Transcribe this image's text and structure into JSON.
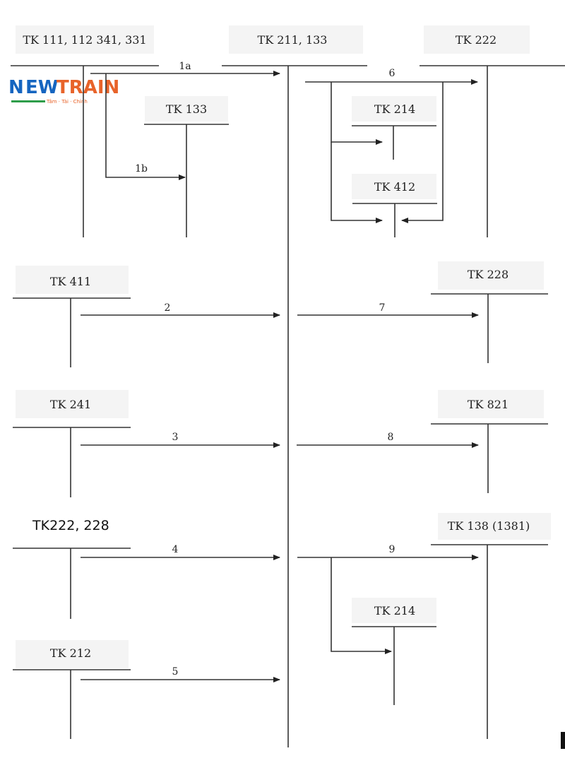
{
  "logo": {
    "first_letter": "N",
    "rest_part1": "EW",
    "rest_part2": "TRAIN",
    "tagline": "Tâm · Tài · Chính",
    "colors": {
      "blue": "#1565c0",
      "orange": "#e8632a",
      "green": "#2e9d4a"
    }
  },
  "accounts": {
    "tk_111_112_341_331": "TK 111, 112 341, 331",
    "tk_211_133": "TK 211, 133",
    "tk_222_top": "TK 222",
    "tk_133": "TK 133",
    "tk_214_top": "TK 214",
    "tk_412": "TK 412",
    "tk_411": "TK 411",
    "tk_228": "TK 228",
    "tk_241": "TK 241",
    "tk_821": "TK 821",
    "tk_222_228": "TK222, 228",
    "tk_138_1381": "TK 138 (1381)",
    "tk_214_bottom": "TK 214",
    "tk_212": "TK 212"
  },
  "steps": {
    "s1a": "1a",
    "s1b": "1b",
    "s2": "2",
    "s3": "3",
    "s4": "4",
    "s5": "5",
    "s6": "6",
    "s7": "7",
    "s8": "8",
    "s9": "9"
  }
}
